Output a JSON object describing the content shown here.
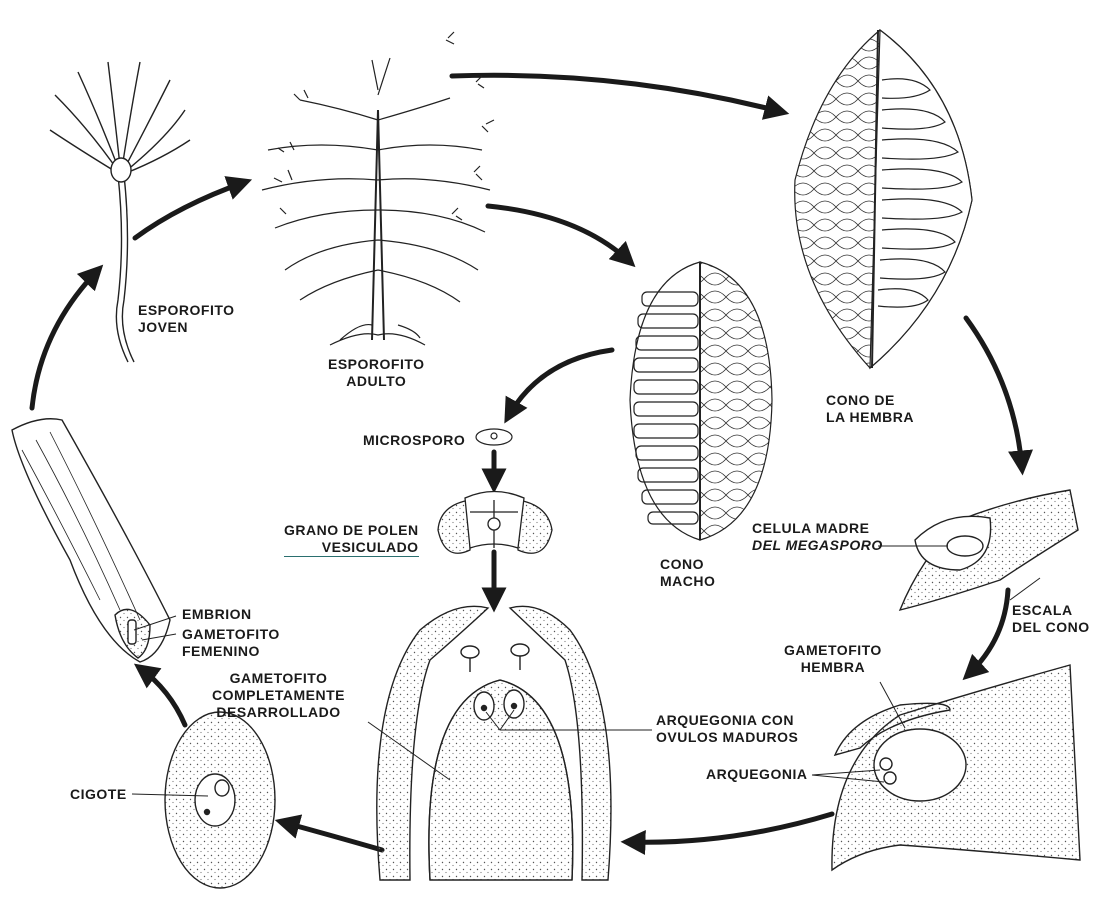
{
  "diagram": {
    "stages": {
      "young_sporophyte": [
        "ESPOROFITO",
        "JOVEN"
      ],
      "adult_sporophyte": [
        "ESPOROFITO",
        "ADULTO"
      ],
      "female_cone": [
        "CONO DE",
        "LA HEMBRA"
      ],
      "male_cone": [
        "CONO",
        "MACHO"
      ],
      "microspore": "MICROSPORO",
      "pollen_grain": [
        "GRANO DE POLEN",
        "VESICULADO"
      ],
      "megaspore_mother_cell": [
        "CELULA MADRE",
        "DEL MEGASPORO"
      ],
      "cone_scale": [
        "ESCALA",
        "DEL CONO"
      ],
      "female_gametophyte": [
        "GAMETOFITO",
        "HEMBRA"
      ],
      "archegonia": "ARQUEGONIA",
      "mature_archegonia": [
        "ARQUEGONIA CON",
        "OVULOS MADUROS"
      ],
      "developed_gametophyte": [
        "GAMETOFITO",
        "COMPLETAMENTE",
        "DESARROLLADO"
      ],
      "zygote": "CIGOTE",
      "embryo": "EMBRION",
      "seed_gametophyte": [
        "GAMETOFITO",
        "FEMENINO"
      ]
    },
    "colors": {
      "ink": "#1a1a1a",
      "paper": "#ffffff",
      "underline": "#2a6f6f"
    }
  }
}
